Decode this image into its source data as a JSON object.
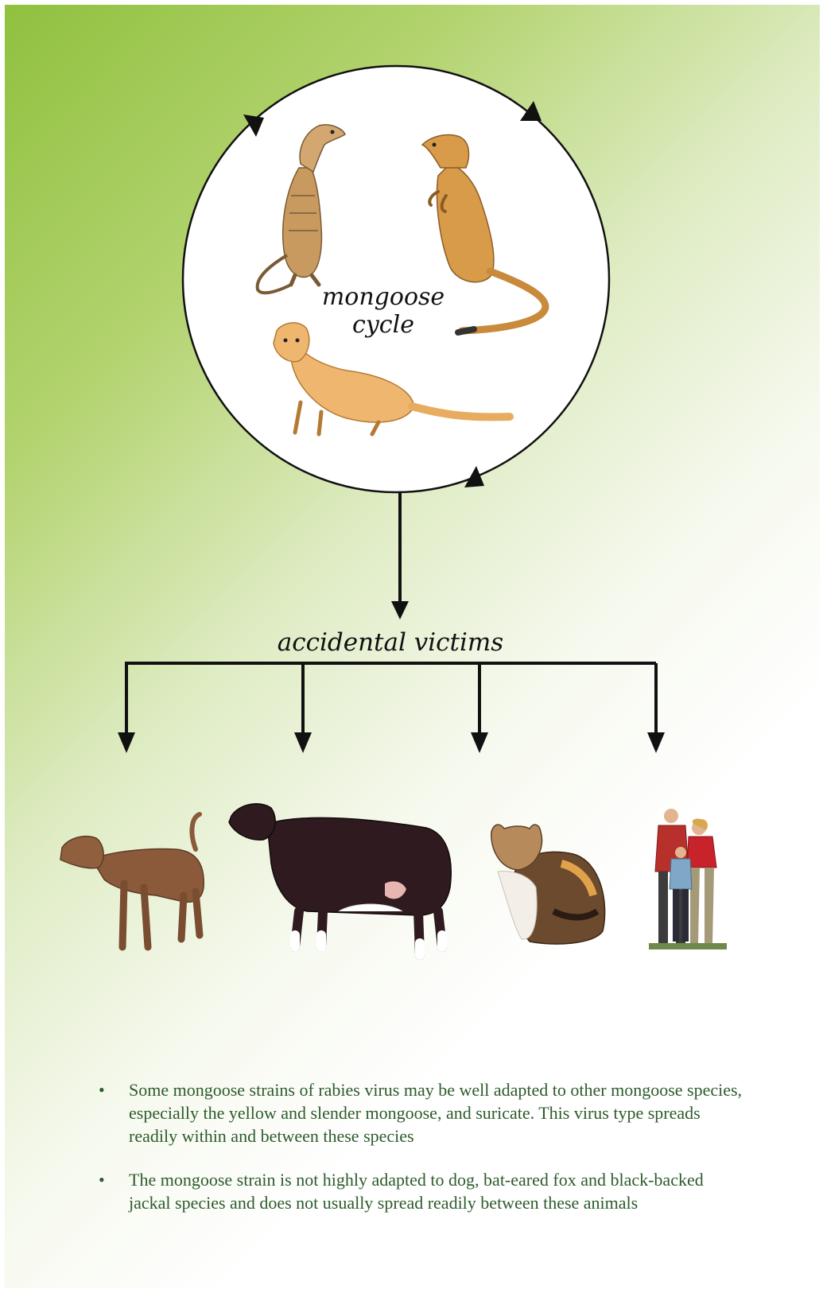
{
  "cycle": {
    "label_line1": "mongoose",
    "label_line2": "cycle",
    "members": [
      "suricate-icon",
      "yellow-mongoose-icon",
      "slender-mongoose-icon"
    ]
  },
  "victims": {
    "label": "accidental victims",
    "items": [
      "dog-icon",
      "cow-icon",
      "cat-icon",
      "people-icon"
    ]
  },
  "notes": [
    "Some mongoose strains of rabies virus may be well adapted to other mongoose species, especially the yellow and slender mongoose, and suricate. This virus type spreads readily within and between these species",
    "The mongoose strain is not highly adapted to dog, bat-eared fox and black-backed jackal species and does not usually spread readily between these animals"
  ],
  "colors": {
    "gradient_green": "#8fc13f",
    "text_green": "#2d5b2c",
    "line": "#111111"
  }
}
